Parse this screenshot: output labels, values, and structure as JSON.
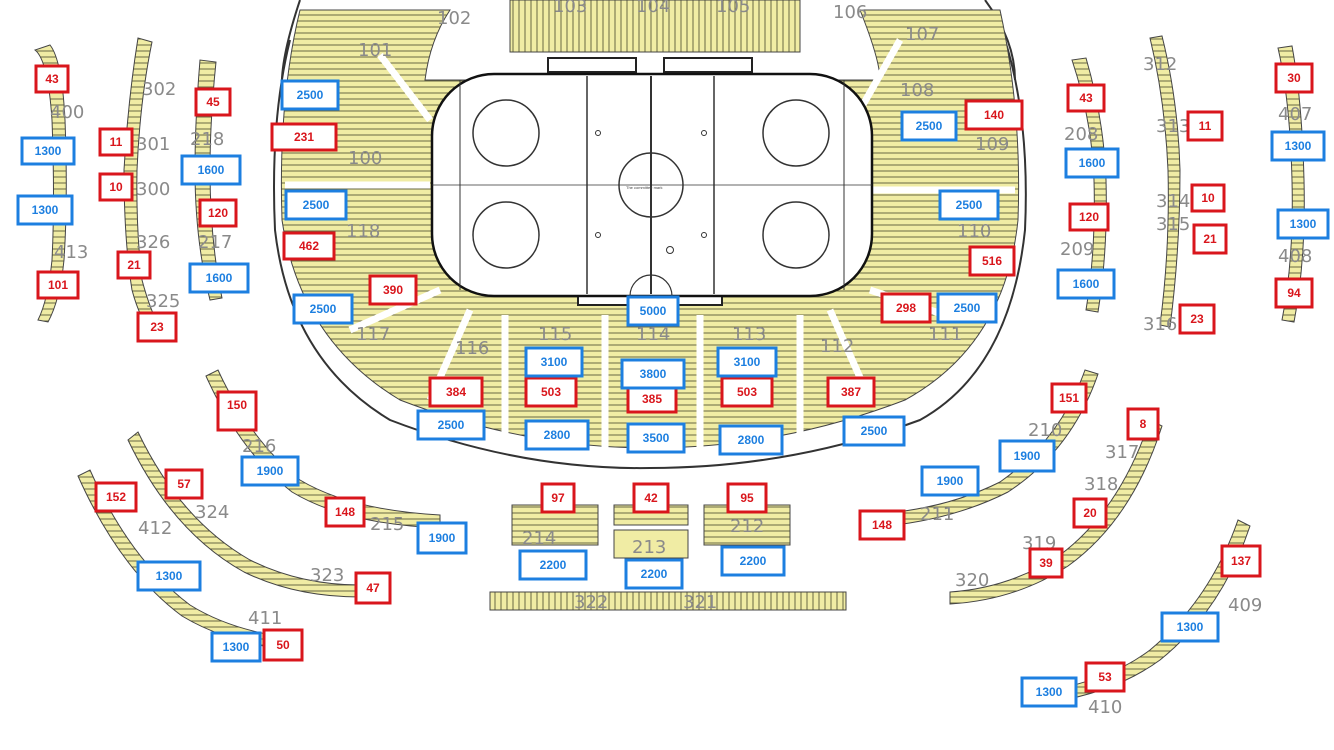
{
  "colors": {
    "seat_fill": "#f0eca4",
    "red_tag_border": "#d9161c",
    "blue_tag_border": "#1d7fe0",
    "section_number": "#8a8a8a"
  },
  "sections": {
    "s100": "100",
    "s101": "101",
    "s102": "102",
    "s103": "103",
    "s104": "104",
    "s105": "105",
    "s106": "106",
    "s107": "107",
    "s108": "108",
    "s109": "109",
    "s110": "110",
    "s111": "111",
    "s112": "112",
    "s113": "113",
    "s114": "114",
    "s115": "115",
    "s116": "116",
    "s117": "117",
    "s118": "118",
    "s208": "208",
    "s209": "209",
    "s210": "210",
    "s211": "211",
    "s212": "212",
    "s213": "213",
    "s214": "214",
    "s215": "215",
    "s216": "216",
    "s217": "217",
    "s218": "218",
    "s300": "300",
    "s301": "301",
    "s302": "302",
    "s312": "312",
    "s313": "313",
    "s314": "314",
    "s315": "315",
    "s316": "316",
    "s317": "317",
    "s318": "318",
    "s319": "319",
    "s320": "320",
    "s321": "321",
    "s322": "322",
    "s323": "323",
    "s324": "324",
    "s325": "325",
    "s326": "326",
    "s400": "400",
    "s407": "407",
    "s408": "408",
    "s409": "409",
    "s410": "410",
    "s411": "411",
    "s412": "412",
    "s413": "413"
  },
  "red_tags": {
    "t1": "43",
    "t2": "11",
    "t3": "10",
    "t4": "21",
    "t5": "101",
    "t6": "23",
    "t7": "45",
    "t8": "120",
    "t9": "231",
    "t10": "462",
    "t11": "390",
    "t12": "384",
    "t13": "503",
    "t14": "385",
    "t15": "503",
    "t16": "387",
    "t17": "298",
    "t18": "516",
    "t19": "140",
    "t20": "43",
    "t21": "120",
    "t22": "11",
    "t23": "10",
    "t24": "21",
    "t25": "23",
    "t26": "30",
    "t27": "94",
    "t28": "150",
    "t29": "57",
    "t30": "152",
    "t31": "148",
    "t32": "47",
    "t33": "50",
    "t34": "97",
    "t35": "42",
    "t36": "95",
    "t37": "148",
    "t38": "151",
    "t39": "8",
    "t40": "20",
    "t41": "39",
    "t42": "137",
    "t43": "53"
  },
  "blue_tags": {
    "b1": "1300",
    "b2": "1300",
    "b3": "1600",
    "b4": "1600",
    "b5": "2500",
    "b6": "2500",
    "b7": "2500",
    "b8": "5000",
    "b9": "3100",
    "b10": "3800",
    "b11": "3100",
    "b12": "2500",
    "b13": "2800",
    "b14": "3500",
    "b15": "2800",
    "b16": "2500",
    "b17": "2500",
    "b18": "2500",
    "b19": "2500",
    "b20": "1600",
    "b21": "1600",
    "b22": "1300",
    "b23": "1300",
    "b24": "1900",
    "b25": "1900",
    "b26": "1300",
    "b27": "1300",
    "b28": "2200",
    "b29": "2200",
    "b30": "2200",
    "b31": "1900",
    "b32": "1900",
    "b33": "1300",
    "b34": "1300"
  },
  "rink_note": "The committee mark"
}
